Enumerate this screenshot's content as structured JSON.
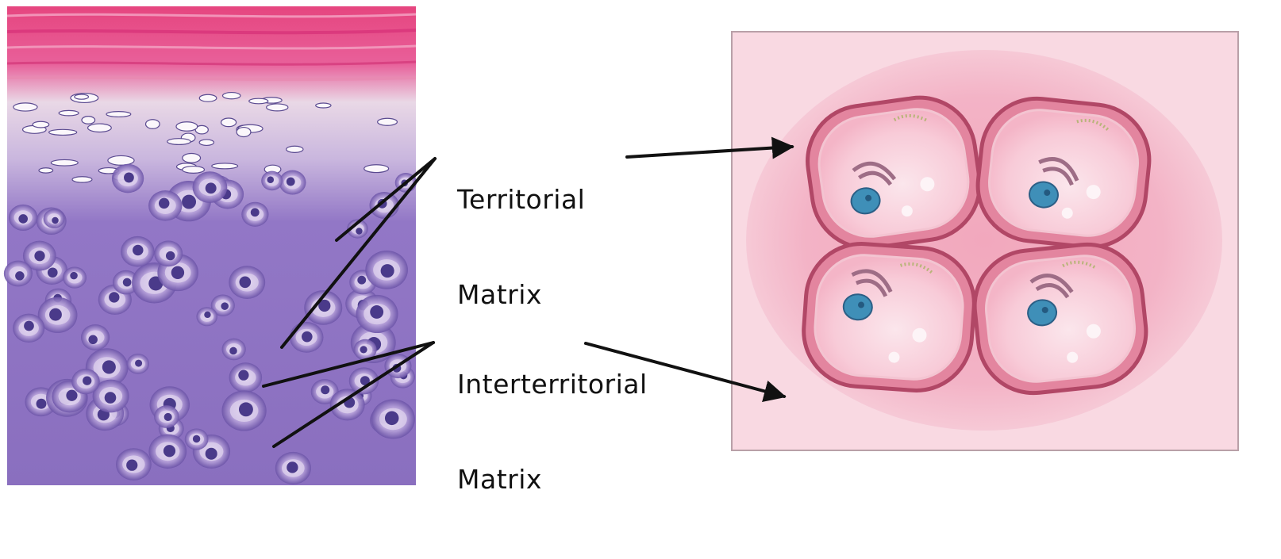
{
  "labels": {
    "territorial": {
      "line1": "Territorial",
      "line2": "Matrix"
    },
    "interterritorial": {
      "line1": "Interterritorial",
      "line2": "Matrix"
    }
  },
  "colors": {
    "stain_pink": "#e0487f",
    "stain_purple": "#8b6cbf",
    "lacuna_white": "#f4eef7",
    "nucleus_purple": "#4a3a8a",
    "schematic_background": "#f8d6df",
    "territorial_ring": "#c05a78",
    "cell_cytoplasm": "#f7c7d4",
    "schematic_nucleus": "#3f8fb8",
    "arrow": "#111111"
  },
  "panels": {
    "micrograph": "H&E stained hyaline cartilage micrograph",
    "schematic": "isogenous group of four chondrocytes"
  }
}
